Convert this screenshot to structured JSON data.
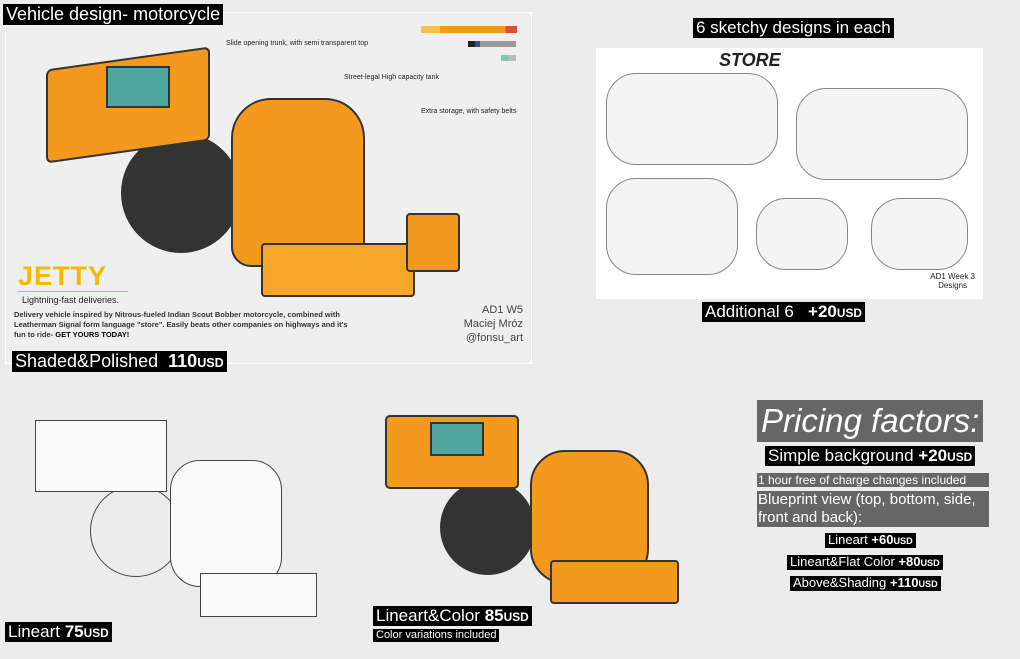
{
  "main": {
    "title": "Vehicle design- motorcycle",
    "annotations": [
      "Slide opening trunk, with semi transparent top",
      "Street-legal High capacity tank",
      "Extra storage, with safety belts"
    ],
    "brand": "JETTY",
    "brand_a": "JET",
    "brand_b": "TY",
    "tagline": "Lightning-fast deliveries.",
    "description": "Delivery vehicle inspired by Nitrous-fueled Indian Scout Bobber motorcycle, combined with Leatherman Signal form language \"store\".  Easily beats other companies on highways and it's fun to ride-",
    "description_bold": "GET YOURS TODAY!",
    "credit": [
      "AD1 W5",
      "Maciej Mróz",
      "@fonsu_art"
    ],
    "price_label": "Shaded&Polished",
    "price": "110",
    "unit": "USD"
  },
  "sketches": {
    "title": "6 sketchy designs in each",
    "store": "STORE",
    "caption": [
      "AD1 Week 3",
      "Designs"
    ],
    "price_label": "Additional 6",
    "price": "+20",
    "unit": "USD"
  },
  "lineart": {
    "label": "Lineart",
    "price": "75",
    "unit": "USD"
  },
  "color": {
    "label": "Lineart&Color",
    "price": "85",
    "unit": "USD",
    "note": "Color variations included"
  },
  "pricing": {
    "title": "Pricing factors:",
    "bg_label": "Simple background",
    "bg_price": "+20",
    "unit": "USD",
    "free_note": "1 hour free of charge changes included",
    "blueprint": "Blueprint view (top, bottom, side, front and back):",
    "options": [
      {
        "label": "Lineart",
        "price": "+60"
      },
      {
        "label": "Lineart&Flat Color",
        "price": "+80"
      },
      {
        "label": "Above&Shading",
        "price": "+110"
      }
    ]
  },
  "colors": {
    "accent": "#f39a1e",
    "brand_yellow": "#f5b800"
  }
}
